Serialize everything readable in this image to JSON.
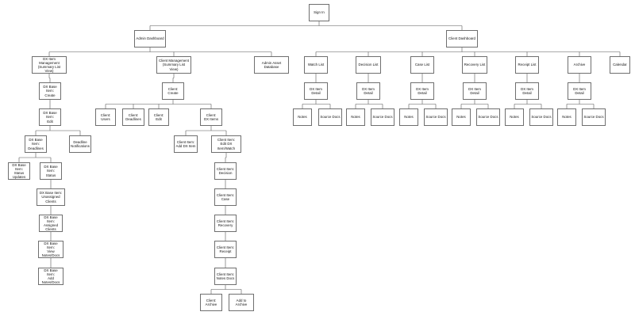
{
  "title": "",
  "style": {
    "line_color": "#555555",
    "box_border_color": "#6f6f6f",
    "text_color": "#111111",
    "background": "#ffffff"
  },
  "nodes": {
    "sign_in": "Sign In",
    "admin_dashboard": "Admin Dashboard",
    "client_dashboard": "Client Dashboard",
    "dx_item_management": "DX Item Management\n(Summary List View)",
    "client_management": "Client Management\n(Summary List View)",
    "admin_asset_database": "Admin Asset Database",
    "dx_base_create": "DX Base Item:\nCreate",
    "dx_base_edit": "DX Base Item:\nEdit",
    "dx_base_deadlines": "DX Base Item:\nDeadlines",
    "deadline_notifications": "Deadline\nNotifications",
    "dx_base_status_updates": "DX Base Item:\nStatus Updates",
    "dx_base_status": "DX Base Item:\nStatus",
    "dx_base_unassigned": "DX Base Item:\nUnassigned Clients",
    "dx_base_assigned": "DX Base Item:\nAssigned Clients",
    "dx_base_view_notes": "DX Base Item:\nView Notes/Docs",
    "dx_base_add_notes": "DX Base Item:\nAdd Notes/Docs",
    "client_create": "Client:\nCreate",
    "client_users": "Client:\nUsers",
    "client_deadlines": "Client:\nDeadlines",
    "client_edit": "Client:\nEdit",
    "client_dx_items": "Client:\nDX Items",
    "client_add_dx_item": "Client Item:\nAdd DX Item",
    "client_edit_dx_item": "Client Item:\nEdit DX Item/Watch",
    "client_item_decision": "Client Item:\nDecision",
    "client_item_case": "Client Item:\nCase",
    "client_item_recovery": "Client Item:\nRecovery",
    "client_item_receipt": "Client Item:\nReceipt",
    "client_item_notes_docs": "Client Item:\nNotes Docs",
    "client_archive": "Client:\nArchive",
    "add_to_archive": "Add to Archive",
    "watch_list": "Watch List",
    "decision_list": "Decision List",
    "case_list": "Case List",
    "recovery_list": "Recovery List",
    "receipt_list": "Receipt List",
    "archive": "Archive",
    "calendar": "Calendar",
    "watch_dx_item_detail": "DX Item Detail",
    "decision_dx_item_detail": "DX Item Detail",
    "case_dx_item_detail": "DX Item Detail",
    "recovery_dx_item_detail": "DX Item Detail",
    "receipt_dx_item_detail": "DX Item Detail",
    "archive_dx_item_detail": "DX Item Detail",
    "watch_notes": "Notes",
    "watch_source_docs": "Source Docs",
    "decision_notes": "Notes",
    "decision_source_docs": "Source Docs",
    "case_notes": "Notes",
    "case_source_docs": "Source Docs",
    "recovery_notes": "Notes",
    "recovery_source_docs": "Source Docs",
    "receipt_notes": "Notes",
    "receipt_source_docs": "Source Docs",
    "archive_notes": "Notes",
    "archive_source_docs": "Source Docs"
  },
  "edges": [
    [
      "sign_in",
      "admin_dashboard"
    ],
    [
      "sign_in",
      "client_dashboard"
    ],
    [
      "admin_dashboard",
      "dx_item_management"
    ],
    [
      "admin_dashboard",
      "client_management"
    ],
    [
      "admin_dashboard",
      "admin_asset_database"
    ],
    [
      "dx_item_management",
      "dx_base_create"
    ],
    [
      "dx_base_create",
      "dx_base_edit"
    ],
    [
      "dx_base_edit",
      "dx_base_deadlines"
    ],
    [
      "dx_base_edit",
      "deadline_notifications"
    ],
    [
      "dx_base_deadlines",
      "dx_base_status_updates"
    ],
    [
      "dx_base_deadlines",
      "dx_base_status"
    ],
    [
      "dx_base_status",
      "dx_base_unassigned"
    ],
    [
      "dx_base_unassigned",
      "dx_base_assigned"
    ],
    [
      "dx_base_assigned",
      "dx_base_view_notes"
    ],
    [
      "dx_base_view_notes",
      "dx_base_add_notes"
    ],
    [
      "client_management",
      "client_create"
    ],
    [
      "client_create",
      "client_users"
    ],
    [
      "client_create",
      "client_deadlines"
    ],
    [
      "client_create",
      "client_edit"
    ],
    [
      "client_create",
      "client_dx_items"
    ],
    [
      "client_dx_items",
      "client_add_dx_item"
    ],
    [
      "client_dx_items",
      "client_edit_dx_item"
    ],
    [
      "client_edit_dx_item",
      "client_item_decision"
    ],
    [
      "client_item_decision",
      "client_item_case"
    ],
    [
      "client_item_case",
      "client_item_recovery"
    ],
    [
      "client_item_recovery",
      "client_item_receipt"
    ],
    [
      "client_item_receipt",
      "client_item_notes_docs"
    ],
    [
      "client_item_notes_docs",
      "client_archive"
    ],
    [
      "client_item_notes_docs",
      "add_to_archive"
    ],
    [
      "client_dashboard",
      "watch_list"
    ],
    [
      "client_dashboard",
      "decision_list"
    ],
    [
      "client_dashboard",
      "case_list"
    ],
    [
      "client_dashboard",
      "recovery_list"
    ],
    [
      "client_dashboard",
      "receipt_list"
    ],
    [
      "client_dashboard",
      "archive"
    ],
    [
      "client_dashboard",
      "calendar"
    ],
    [
      "watch_list",
      "watch_dx_item_detail"
    ],
    [
      "decision_list",
      "decision_dx_item_detail"
    ],
    [
      "case_list",
      "case_dx_item_detail"
    ],
    [
      "recovery_list",
      "recovery_dx_item_detail"
    ],
    [
      "receipt_list",
      "receipt_dx_item_detail"
    ],
    [
      "archive",
      "archive_dx_item_detail"
    ],
    [
      "watch_dx_item_detail",
      "watch_notes"
    ],
    [
      "watch_dx_item_detail",
      "watch_source_docs"
    ],
    [
      "decision_dx_item_detail",
      "decision_notes"
    ],
    [
      "decision_dx_item_detail",
      "decision_source_docs"
    ],
    [
      "case_dx_item_detail",
      "case_notes"
    ],
    [
      "case_dx_item_detail",
      "case_source_docs"
    ],
    [
      "recovery_dx_item_detail",
      "recovery_notes"
    ],
    [
      "recovery_dx_item_detail",
      "recovery_source_docs"
    ],
    [
      "receipt_dx_item_detail",
      "receipt_notes"
    ],
    [
      "receipt_dx_item_detail",
      "receipt_source_docs"
    ],
    [
      "archive_dx_item_detail",
      "archive_notes"
    ],
    [
      "archive_dx_item_detail",
      "archive_source_docs"
    ]
  ]
}
